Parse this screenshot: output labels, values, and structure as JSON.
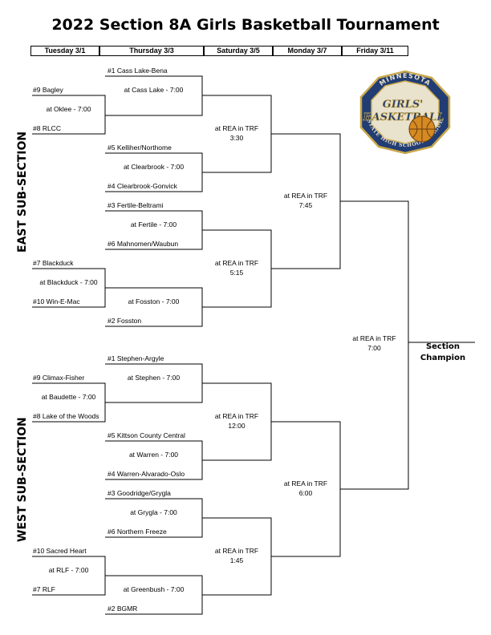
{
  "title": "2022 Section 8A Girls Basketball Tournament",
  "headers": [
    "Tuesday 3/1",
    "Thursday 3/3",
    "Saturday 3/5",
    "Monday 3/7",
    "Friday 3/11"
  ],
  "subsections": {
    "east": "EAST SUB-SECTION",
    "west": "WEST SUB-SECTION"
  },
  "teams": [
    "#1 Cass Lake-Bena",
    "#9 Bagley",
    "#8 RLCC",
    "#5 Kelliher/Northome",
    "#4 Clearbrook-Gonvick",
    "#3 Fertile-Beltrami",
    "#6 Mahnomen/Waubun",
    "#7 Blackduck",
    "#10 Win-E-Mac",
    "#2 Fosston",
    "#1 Stephen-Argyle",
    "#9 Climax-Fisher",
    "#8 Lake of the Woods",
    "#5 Kittson County Central",
    "#4 Warren-Alvarado-Oslo",
    "#3 Goodridge/Grygla",
    "#6 Northern Freeze",
    "#10 Sacred Heart",
    "#7 RLF",
    "#2 BGMR"
  ],
  "games": [
    "at Cass Lake - 7:00",
    "at Oklee - 7:00",
    "at Clearbrook - 7:00",
    "at Fertile - 7:00",
    "at Blackduck - 7:00",
    "at Fosston - 7:00",
    "at Stephen - 7:00",
    "at Baudette - 7:00",
    "at Warren - 7:00",
    "at Grygla - 7:00",
    "at RLF - 7:00",
    "at Greenbush - 7:00",
    "at REA in TRF",
    "3:30",
    "at REA in TRF",
    "5:15",
    "at REA in TRF",
    "12:00",
    "at REA in TRF",
    "1:45",
    "at REA in TRF",
    "7:45",
    "at REA in TRF",
    "6:00",
    "at REA in TRF",
    "7:00"
  ],
  "champion_label": [
    "Section",
    "Champion"
  ],
  "logo": {
    "icon": "mshsl-girls-basketball-logo",
    "text": [
      "MINNESOTA",
      "GIRLS'",
      "BASKETBALL",
      "STATE HIGH SCHOOL LEAGUE"
    ],
    "colors": {
      "navy": "#223d73",
      "gold": "#c9a94b",
      "orange": "#d58a22"
    }
  }
}
